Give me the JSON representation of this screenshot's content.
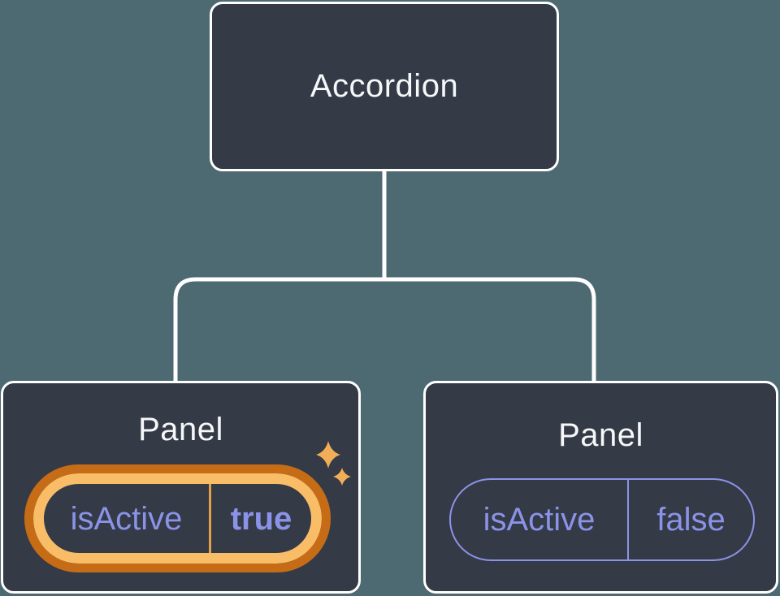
{
  "colors": {
    "background": "#4d6972",
    "card": "#343a46",
    "connector": "#ffffff",
    "text_primary": "#f6f7f9",
    "state_purple": "#8b93e8",
    "highlight_border": "#c76c16",
    "highlight_ring": "#f9bd68",
    "highlight_divider": "#e5a04a",
    "sparkle": "#f2ae57"
  },
  "icons": {
    "highlight": "sparkle-icon"
  },
  "tree": {
    "root": {
      "label": "Accordion"
    },
    "children": [
      {
        "label": "Panel",
        "highlighted": true,
        "state": {
          "name": "isActive",
          "value": "true"
        }
      },
      {
        "label": "Panel",
        "highlighted": false,
        "state": {
          "name": "isActive",
          "value": "false"
        }
      }
    ]
  }
}
